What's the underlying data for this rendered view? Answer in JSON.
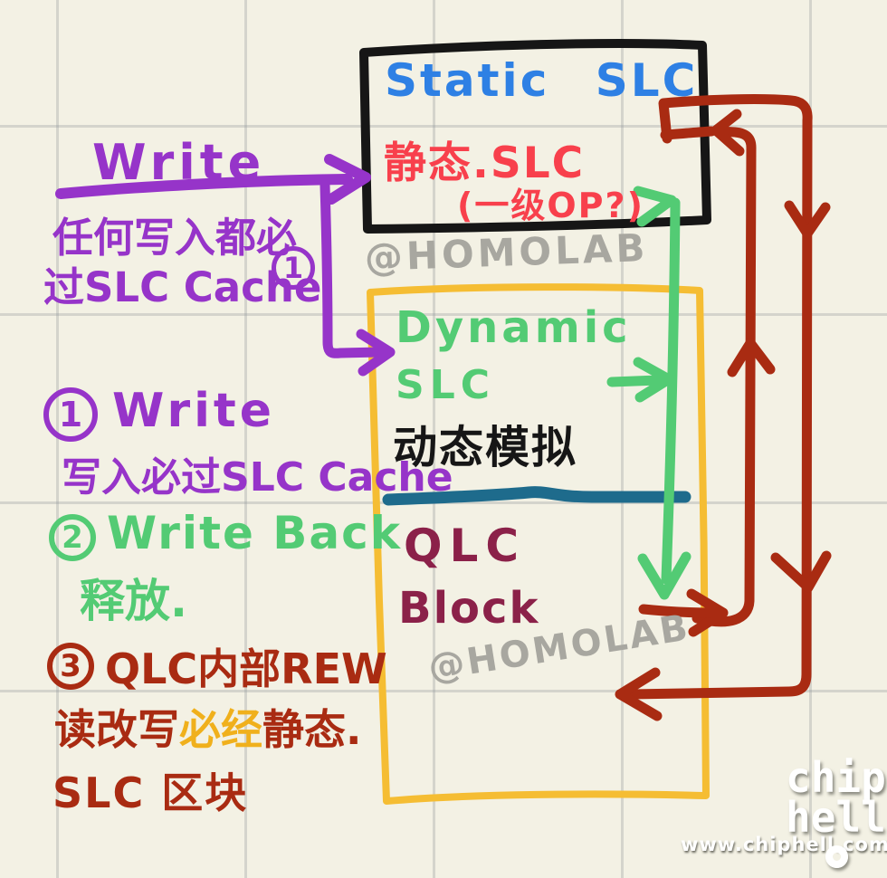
{
  "colors": {
    "purple": "#9634c9",
    "blue": "#2e80e4",
    "red": "#f8404c",
    "darkred": "#a92b12",
    "green": "#53cb74",
    "maroon": "#8b2149",
    "yellow": "#f5bd33",
    "gold": "#f0b01c",
    "teal": "#1e6b8c",
    "gray": "#a8a7a0",
    "ink": "#161616",
    "bg": "#f3f1e4"
  },
  "static_box": {
    "title_en": "Static SLC",
    "title_cn": "静态.SLC",
    "subtitle": "(一级OP?)"
  },
  "watermark_top": "@HOMOLAB",
  "watermark_bottom": "@HOMOLAB",
  "dynamic_box": {
    "title_en_line1": "Dynamic",
    "title_en_line2": "SLC",
    "title_cn": "动态模拟"
  },
  "qlc_box": {
    "title_line1": "QLC",
    "title_line2": "Block"
  },
  "write_flow": {
    "label": "Write",
    "note_line1": "任何写入都必",
    "note_line2": "过SLC Cache",
    "badge": "1"
  },
  "legend": {
    "item1": {
      "badge": "1",
      "title": "Write",
      "desc": "写入必过SLC Cache"
    },
    "item2": {
      "badge": "2",
      "title": "Write Back",
      "desc": "释放."
    },
    "item3": {
      "badge": "3",
      "title": "QLC内部REW",
      "desc_part1": "读改写",
      "desc_part2": "必经",
      "desc_part3": "静态.",
      "desc_line2": "SLC 区块"
    }
  },
  "footer": {
    "url": "www.chiphell.com",
    "logo_line1": "chip",
    "logo_line2": "hell"
  }
}
